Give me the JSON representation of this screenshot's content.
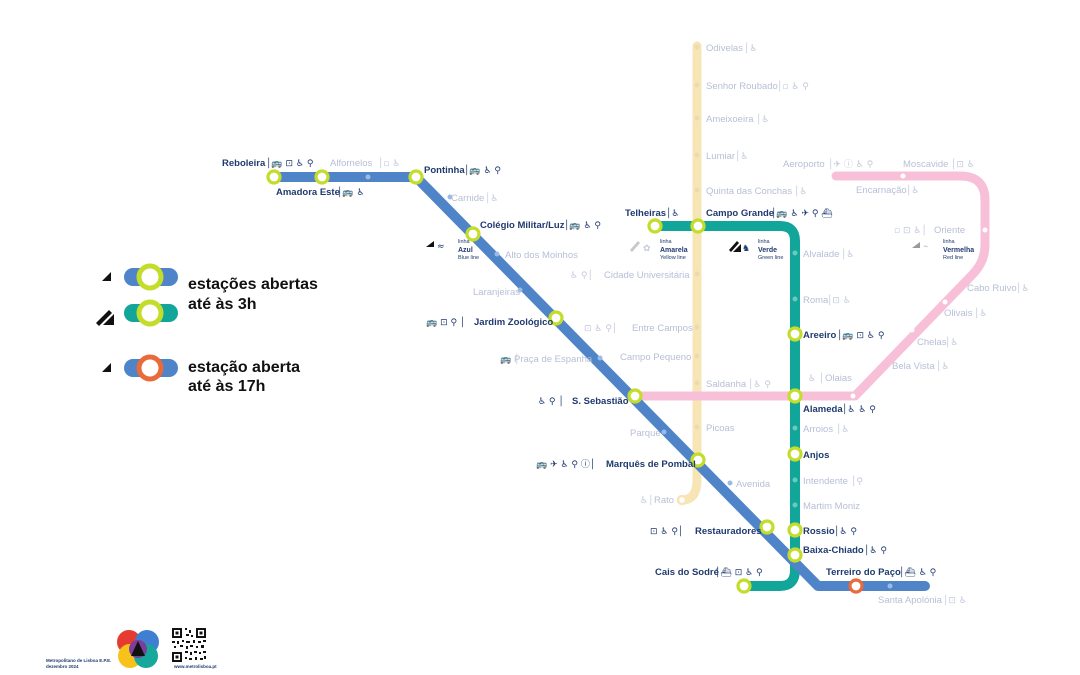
{
  "colors": {
    "blue": "#4f84c9",
    "green": "#12a59a",
    "yellow_faded": "#f8e5b6",
    "pink_faded": "#f8c0d8",
    "ring_open_3h": "#c4dc2a",
    "ring_open_17h": "#ea6a39",
    "text_dark": "#1f3a6e",
    "text_faded": "#b7bfd6"
  },
  "legend": {
    "open_3h_line1": "estações abertas",
    "open_3h_line2": "até às 3h",
    "open_17h_line1": "estação aberta",
    "open_17h_line2": "até às 17h"
  },
  "lines": {
    "blue": {
      "small": "linha",
      "name": "Azul",
      "sub": "Blue line"
    },
    "yellow": {
      "small": "linha",
      "name": "Amarela",
      "sub": "Yellow line"
    },
    "green": {
      "small": "linha",
      "name": "Verde",
      "sub": "Green line"
    },
    "red": {
      "small": "linha",
      "name": "Vermelha",
      "sub": "Red line"
    }
  },
  "stations": {
    "reboleira": "Reboleira",
    "amadora_este": "Amadora Este",
    "alfornelos": "Alfornelos",
    "pontinha": "Pontinha",
    "carnide": "Carnide",
    "colegio_militar": "Colégio Militar/Luz",
    "alto_moinhos": "Alto dos Moinhos",
    "laranjeiras": "Laranjeiras",
    "jardim_zoologico": "Jardim Zoológico",
    "praca_espanha": "Praça de Espanha",
    "s_sebastiao": "S. Sebastião",
    "parque": "Parque",
    "marques_pombal": "Marquês de Pombal",
    "avenida": "Avenida",
    "restauradores": "Restauradores",
    "baixa_chiado": "Baixa-Chiado",
    "terreiro_paco": "Terreiro do Paço",
    "santa_apolonia": "Santa Apolónia",
    "telheiras": "Telheiras",
    "campo_grande": "Campo Grande",
    "alvalade": "Alvalade",
    "roma": "Roma",
    "areeiro": "Areeiro",
    "alameda": "Alameda",
    "arroios": "Arroios",
    "anjos": "Anjos",
    "intendente": "Intendente",
    "martim_moniz": "Martim Moniz",
    "rossio": "Rossio",
    "cais_sodre": "Cais do Sodré",
    "odivelas": "Odivelas",
    "senhor_roubado": "Senhor Roubado",
    "ameixoeira": "Ameixoeira",
    "lumiar": "Lumiar",
    "quinta_conchas": "Quinta das Conchas",
    "cidade_universitaria": "Cidade Universitária",
    "entre_campos": "Entre Campos",
    "campo_pequeno": "Campo Pequeno",
    "saldanha": "Saldanha",
    "picoas": "Picoas",
    "rato": "Rato",
    "aeroporto": "Aeroporto",
    "encarnacao": "Encarnação",
    "moscavide": "Moscavide",
    "oriente": "Oriente",
    "cabo_ruivo": "Cabo Ruivo",
    "olivais": "Olivais",
    "chelas": "Chelas",
    "bela_vista": "Bela Vista",
    "olaias": "Olaias"
  },
  "footer": {
    "org_line1": "Metropolitano de Lisboa E.P.E.",
    "org_line2": "dezembro 2024",
    "qr_caption": "www.metrolisboa.pt"
  },
  "icons": [
    "bus-icon",
    "train-icon",
    "wheelchair-icon",
    "bicycle-icon",
    "airplane-icon",
    "ferry-icon",
    "tram-icon",
    "info-icon"
  ]
}
